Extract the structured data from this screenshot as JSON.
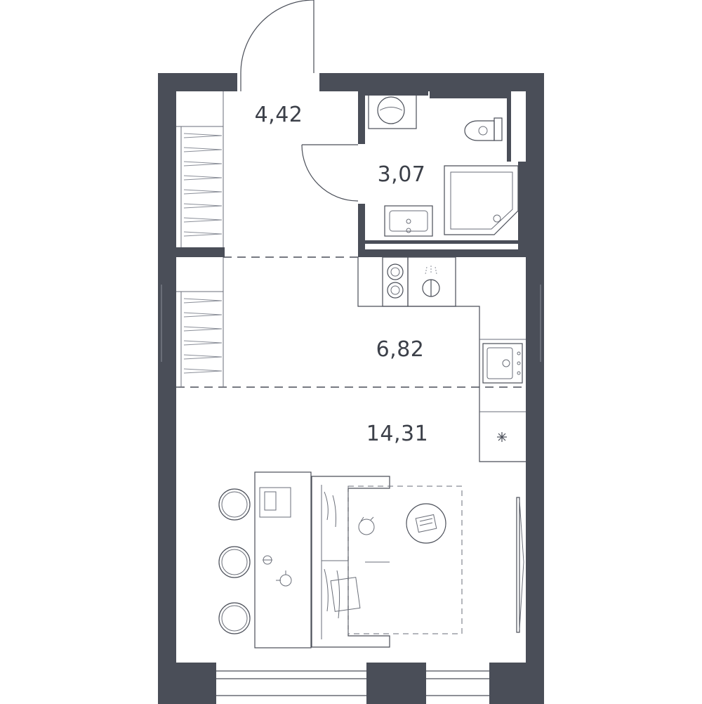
{
  "rooms": {
    "hall_area": "4,42",
    "bathroom_area": "3,07",
    "kitchen_area": "6,82",
    "living_area": "14,31"
  },
  "colors": {
    "wall": "#4a4e58",
    "line": "#4a4e58",
    "background": "#ffffff"
  }
}
